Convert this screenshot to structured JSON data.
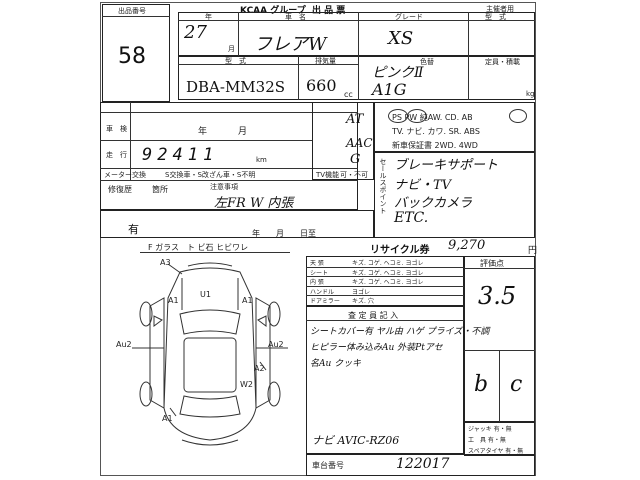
{
  "sheet": {
    "lot_no_label": "出品番号",
    "lot_no": "58",
    "brand": "KCAA グループ",
    "brand_sub": "出 品 票",
    "owner_label": "主催者用",
    "year_label": "年",
    "name_label": "車　名",
    "grade_label": "グレード",
    "type_label": "型　式",
    "year_value": "27",
    "year_unit": "月",
    "name_value": "フレアW",
    "grade_value": "XS",
    "model_label": "型　式",
    "disp_label": "排気量",
    "color_label": "色替",
    "seats_label": "定員・積載",
    "model_value": "DBA-MM32S",
    "disp_value": "660",
    "disp_unit": "cc",
    "color_value": "ピンクⅡ",
    "color_code": "A1G",
    "kg_unit": "kg",
    "shaken_label": "車　検",
    "year_mark": "年",
    "month_mark": "月",
    "mileage_label": "走　行",
    "mileage_value": "92411",
    "km_unit": "km",
    "meter_label": "メーター交換",
    "meter_note": "S交換車・S改ざん車・S不明",
    "repair_label": "修復歴",
    "repair_place": "箇所",
    "repair_yes": "有",
    "notes_label": "注意事項",
    "notes_value": "左FR W 内張",
    "shift_value": "AT",
    "ac_value": "AAC",
    "fuel_value": "G",
    "tv_label": "TV機能",
    "tv_value": "可・不可",
    "equip_line1": "PS PW 純AW. CD. AB",
    "equip_line2": "TV. ナビ. カワ. SR. ABS",
    "equip_line3": "新車保証書 2WD. 4WD",
    "sell_label": "セールスポイント",
    "sell_1": "ブレーキサポート",
    "sell_2": "ナビ・TV",
    "sell_3": "バックカメラ",
    "sell_4": "ETC.",
    "date_label": "年　　月　　日至",
    "recycle_label": "リサイクル券",
    "recycle_value": "9,270",
    "recycle_unit": "円",
    "glass_label": "F ガラス　ト ビ石 ヒビワレ",
    "interior_rows": [
      {
        "label": "天 張",
        "opts": "キズ. コゲ. ヘコミ. ヨゴレ"
      },
      {
        "label": "シート",
        "opts": "キズ. コゲ. ヘコミ. ヨゴレ"
      },
      {
        "label": "内 張",
        "opts": "キズ. コゲ. ヘコミ. ヨゴレ"
      },
      {
        "label": "ハンドル",
        "opts": "ヨゴレ"
      },
      {
        "label": "ドアミラー",
        "opts": "キズ. 穴"
      }
    ],
    "inspector_label": "査 定 員 記 入",
    "insp_1": "シートカバー有 ヤル由 ハゲ プライズ・不調",
    "insp_2": "ヒピラー体み込みAu 外装Ptアセ",
    "insp_3": "名Au クッキ",
    "insp_4": "ナビ AVIC-RZ06",
    "score_label": "評価点",
    "score_value": "3.5",
    "int_value": "b",
    "ext_value": "c",
    "jack_label": "ジャッキ 有・無",
    "tool_label": "工　具 有・無",
    "spare_label": "スペアタイヤ 有・無",
    "chassis_label": "車台番号",
    "chassis_value": "122017",
    "marks": {
      "a3_top": "A3",
      "u1_front": "U1",
      "a1_left": "A1",
      "a1_right": "A1",
      "au2_left": "Au2",
      "au2_right": "Au2",
      "a2_right": "A2",
      "w2": "W2",
      "a1_rear": "A1"
    }
  }
}
